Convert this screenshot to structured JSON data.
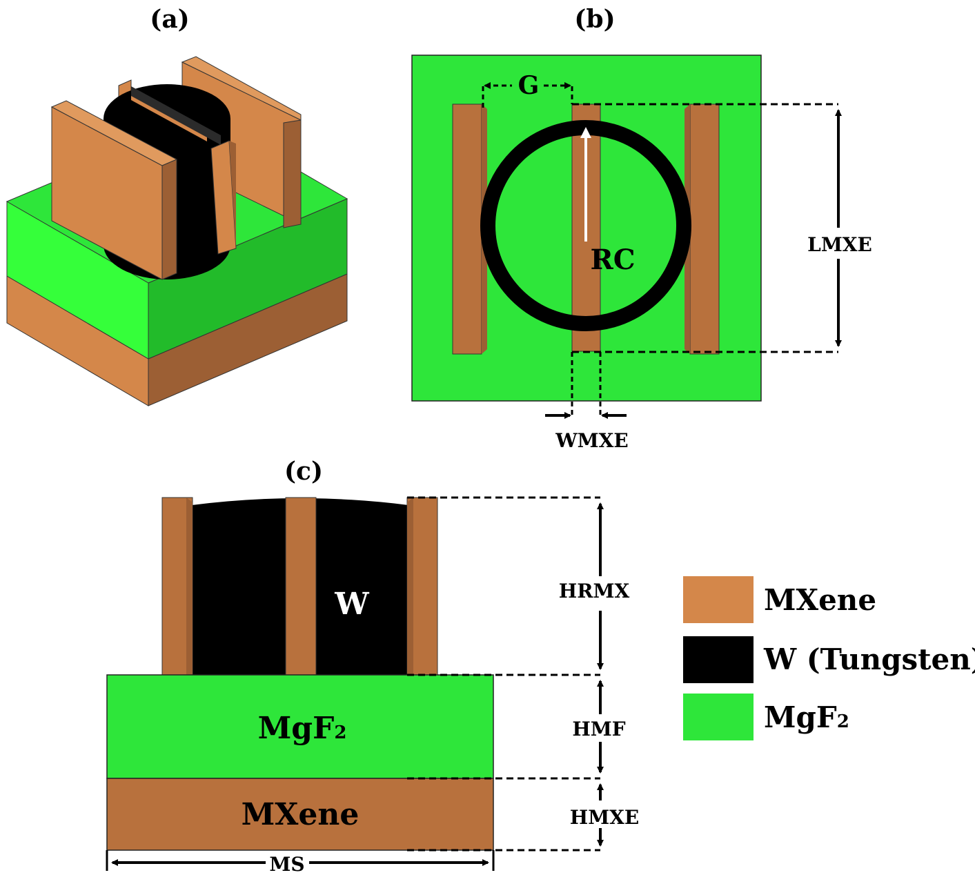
{
  "panels": {
    "a": "(a)",
    "b": "(b)",
    "c": "(c)"
  },
  "labels": {
    "gap": "G",
    "ring_radius": "RC",
    "mxene_length": "LMXE",
    "mxene_width": "WMXE",
    "tungsten": "W",
    "ring_height": "HRMX",
    "mgf_height": "HMF",
    "mxene_height": "HMXE",
    "mgf_layer_main": "MgF",
    "mgf_layer_sub": "2",
    "mxene_layer": "MXene",
    "substrate_size": "MS"
  },
  "legend": {
    "items": [
      {
        "label": "MXene",
        "color": "#d4874a"
      },
      {
        "label": "W (Tungsten)",
        "color": "#000000"
      },
      {
        "label": "MgF",
        "sub": "2",
        "color": "#2ee63a"
      }
    ]
  },
  "colors": {
    "mxene": "#d4874a",
    "mxene_dark": "#b8713d",
    "mxene_side": "#9c5f34",
    "mgf": "#2ee63a",
    "mgf_top": "#35ff3a",
    "mgf_side": "#22bb2a",
    "tungsten": "#000000"
  }
}
